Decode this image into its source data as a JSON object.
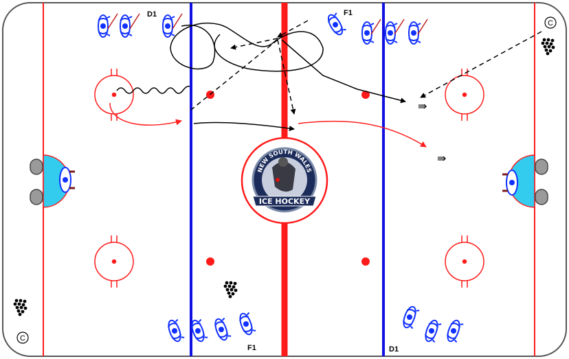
{
  "rink": {
    "logo": {
      "top_text": "NEW SOUTH WALES",
      "bottom_text": "ICE HOCKEY",
      "accent_colors": {
        "navy": "#1c2c5a",
        "red": "#e01010",
        "board": "#7a8aa8"
      }
    },
    "colors": {
      "boards": "#555555",
      "goal_line": "#ff1a1a",
      "blue_line": "#1010e0",
      "center_line": "#ff1a1a",
      "crease": "#33ccee",
      "player": "#1030ff",
      "skate_path": "#000000",
      "red_path": "#ff2020"
    },
    "labels": {
      "d1_top": "D1",
      "f1_top": "F1",
      "f1_bottom": "F1",
      "d1_bottom": "D1"
    },
    "coach_marks": {
      "top_right": "C",
      "bottom_left": "C"
    },
    "arrow_glyphs": {
      "shoot_1": "⇛",
      "shoot_2": "⇛"
    },
    "icons": [
      "player-icon",
      "goalie-icon",
      "puck-pile-icon",
      "coach-icon",
      "net-icon",
      "faceoff-dot-icon"
    ]
  }
}
